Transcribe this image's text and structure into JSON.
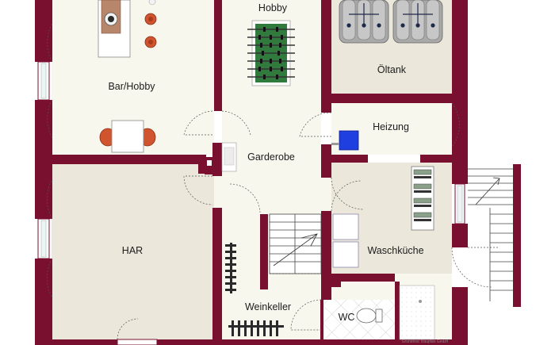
{
  "rooms": {
    "bar_hobby": "Bar/Hobby",
    "hobby": "Hobby",
    "oeltank": "Öltank",
    "heizung": "Heizung",
    "garderobe": "Garderobe",
    "har": "HAR",
    "waschkueche": "Waschküche",
    "weinkeller": "Weinkeller",
    "wc": "WC"
  },
  "colors": {
    "wall": "#7a1030",
    "floor_light": "#f8f7ee",
    "floor_dark": "#ebe7db",
    "tile": "#ffffff"
  },
  "credit": "Grundriss: Bauplan GmbH"
}
